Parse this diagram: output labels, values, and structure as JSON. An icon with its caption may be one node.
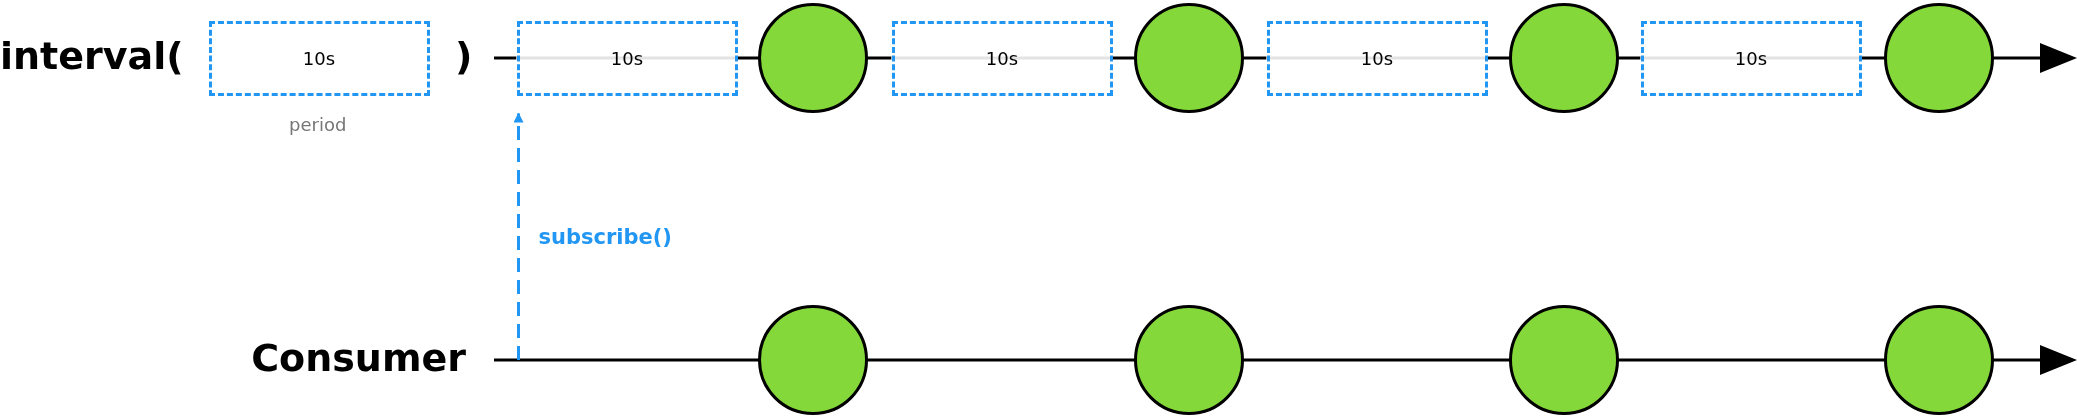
{
  "diagram": {
    "nodes": [
      {
        "text": [
          "10s"
        ],
        "beside": [
          "period"
        ]
      },
      {
        "text": [
          "10s"
        ]
      },
      {
        "text": [],
        "shape": "circle"
      },
      {
        "text": [
          "10s"
        ]
      },
      {
        "text": [],
        "shape": "circle"
      },
      {
        "text": [
          "10s"
        ]
      },
      {
        "text": [],
        "shape": "circle"
      },
      {
        "text": [
          "10s"
        ]
      },
      {
        "text": [],
        "shape": "circle"
      },
      {
        "text": [],
        "shape": "circle"
      },
      {
        "text": [],
        "shape": "circle"
      },
      {
        "text": [],
        "shape": "circle"
      },
      {
        "text": [],
        "shape": "circle"
      }
    ],
    "edges": [
      {
        "from": null,
        "to": 1,
        "arrow": "to",
        "label": "subscribe()",
        "style": "dashed",
        "color": "#2196f3"
      }
    ],
    "labels": [
      "interval(",
      ")",
      "Consumer"
    ]
  }
}
